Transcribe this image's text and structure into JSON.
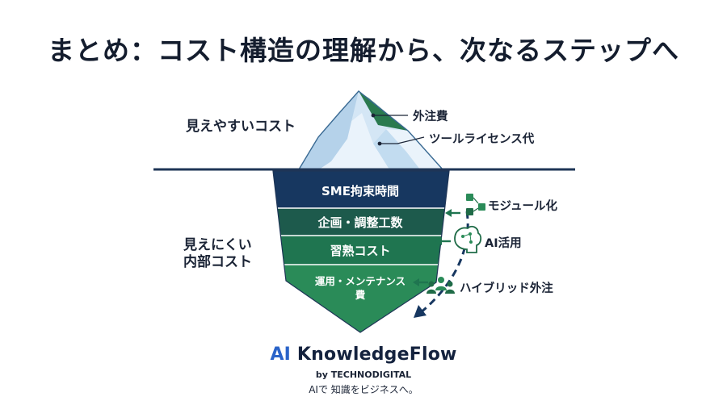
{
  "title": "まとめ：コスト構造の理解から、次なるステップへ",
  "visible_label": "見えやすいコスト",
  "hidden_label_line1": "見えにくい",
  "hidden_label_line2": "内部コスト",
  "tip_annotations": [
    {
      "label": "外注費"
    },
    {
      "label": "ツールライセンス代"
    }
  ],
  "layers": [
    {
      "label": "SME拘束時間",
      "color": "#173760"
    },
    {
      "label": "企画・調整工数",
      "color": "#1d5a4c"
    },
    {
      "label": "習熟コスト",
      "color": "#1f7550"
    },
    {
      "label": "運用・メンテナンス",
      "label2": "費",
      "color": "#2a8b58"
    }
  ],
  "solutions": [
    {
      "label": "モジュール化",
      "icon": "modules-icon"
    },
    {
      "label": "AI活用",
      "icon": "ai-brain-icon"
    },
    {
      "label": "ハイブリッド外注",
      "icon": "team-icon"
    }
  ],
  "brand": {
    "ai": "AI",
    "name": " KnowledgeFlow",
    "by": "by TECHNODIGITAL",
    "tagline": "AIで 知識をビジネスへ。"
  },
  "colors": {
    "navy": "#173760",
    "green": "#2a8b58",
    "waterline": "#1e3556",
    "accent_blue": "#2a63c9"
  }
}
